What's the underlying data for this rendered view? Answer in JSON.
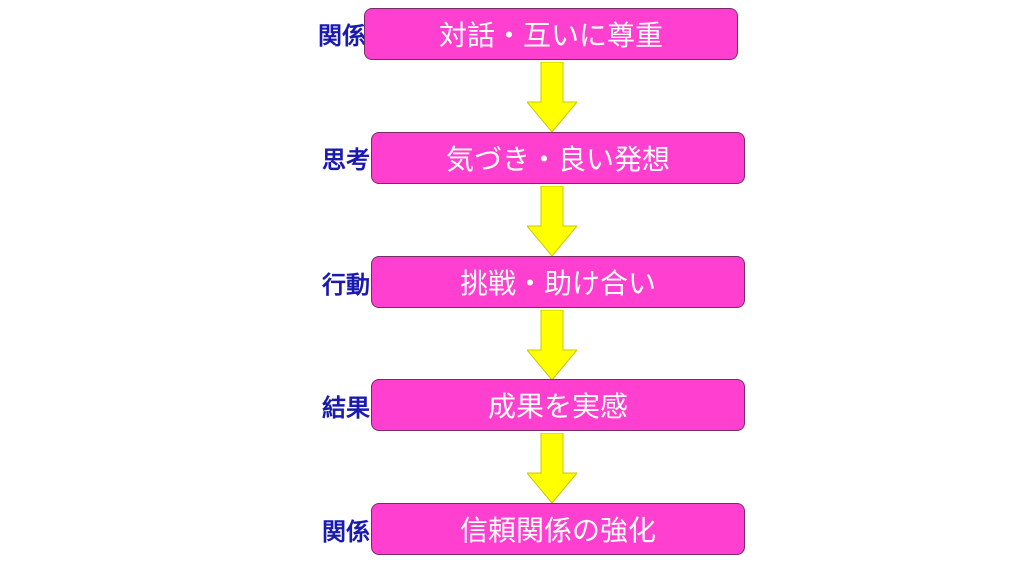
{
  "steps": [
    {
      "label": "関係",
      "text": "対話・互いに尊重"
    },
    {
      "label": "思考",
      "text": "気づき・良い発想"
    },
    {
      "label": "行動",
      "text": "挑戦・助け合い"
    },
    {
      "label": "結果",
      "text": "成果を実感"
    },
    {
      "label": "関係",
      "text": "信頼関係の強化"
    }
  ],
  "colors": {
    "box_fill": "#ff3fd0",
    "box_border": "#7a2a66",
    "label_text": "#1a1ab0",
    "arrow_fill": "#ffff00",
    "arrow_stroke": "#c8c800"
  }
}
